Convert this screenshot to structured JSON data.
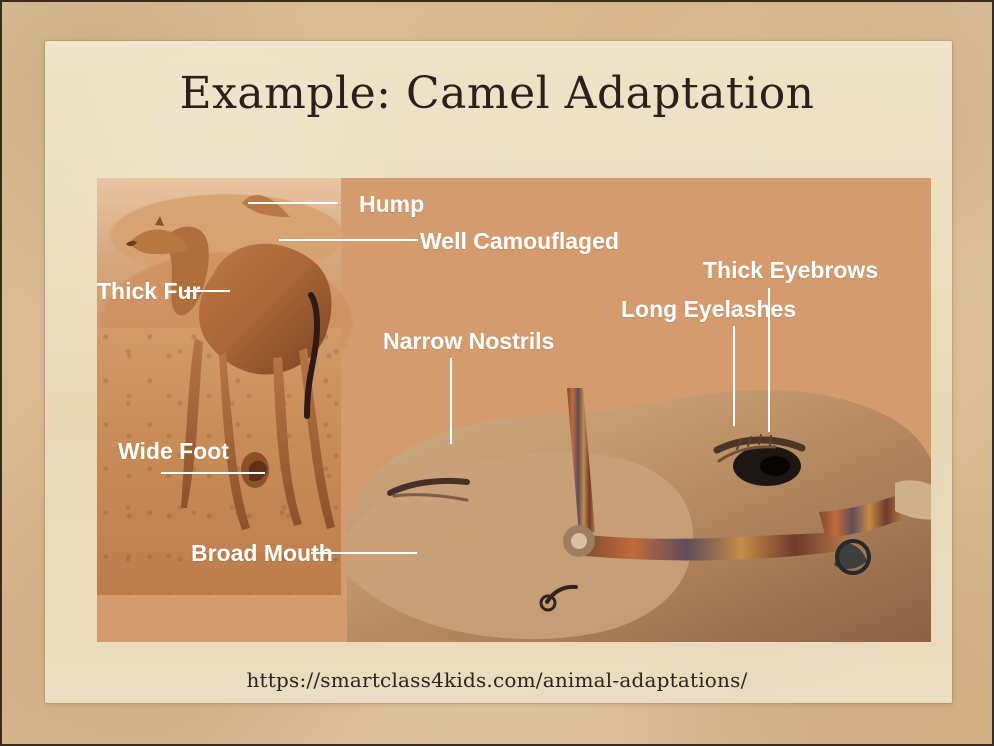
{
  "slide": {
    "title": "Example: Camel Adaptation",
    "source_url": "https://smartclass4kids.com/animal-adaptations/"
  },
  "labels": {
    "hump": "Hump",
    "well_camouflaged": "Well Camouflaged",
    "thick_fur": "Thick Fur",
    "wide_foot": "Wide Foot",
    "broad_mouth": "Broad Mouth",
    "narrow_nostrils": "Narrow Nostrils",
    "long_eyelashes": "Long Eyelashes",
    "thick_eyebrows": "Thick Eyebrows"
  },
  "colors": {
    "frame_border": "#3a2b20",
    "background_tan": "#d9b98f",
    "paper": "#e8d8b8",
    "panel_orange": "#d49b6e",
    "title_text": "#2b211b",
    "label_text": "#ffffff"
  }
}
